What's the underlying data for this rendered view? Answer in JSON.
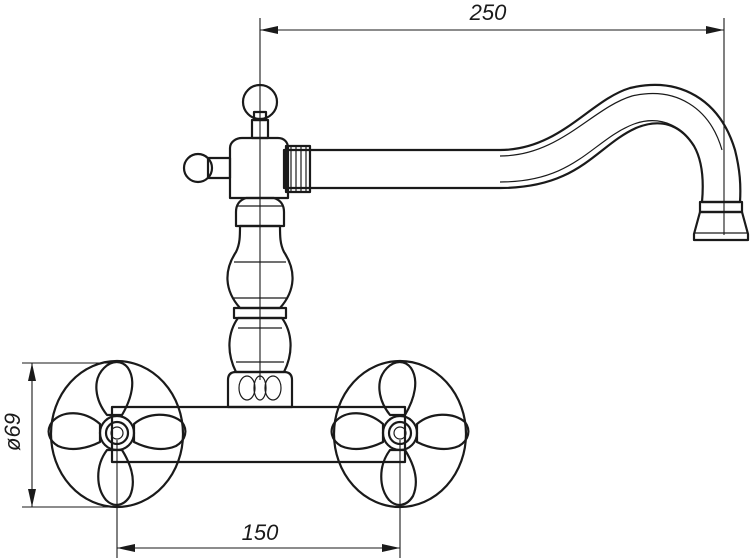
{
  "dimensions": {
    "spout_reach": "250",
    "center_distance": "150",
    "flange_diameter": "ø69"
  },
  "colors": {
    "stroke": "#1a1a1a",
    "background": "#ffffff"
  }
}
